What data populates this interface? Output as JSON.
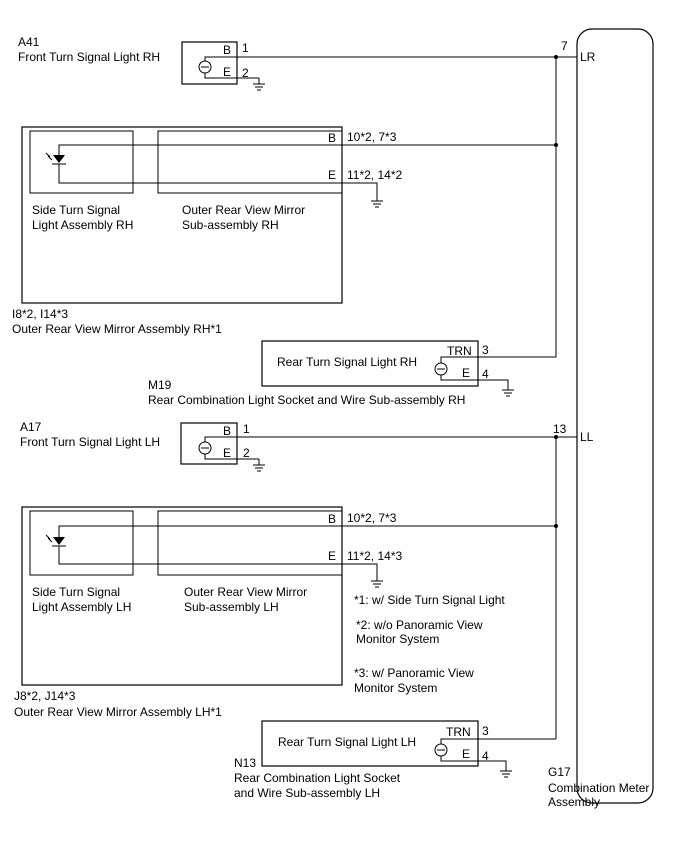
{
  "components": {
    "a41": {
      "code": "A41",
      "name": "Front Turn Signal Light RH",
      "pin_b": "B",
      "pin_e": "E",
      "term_b": "1",
      "term_e": "2"
    },
    "a17": {
      "code": "A17",
      "name": "Front Turn Signal Light LH",
      "pin_b": "B",
      "pin_e": "E",
      "term_b": "1",
      "term_e": "2"
    },
    "mirror_rh": {
      "code": "I8*2, I14*3",
      "name": "Outer Rear View Mirror Assembly RH*1",
      "side_label": "Side Turn Signal Light Assembly RH",
      "sub_label": "Outer Rear View Mirror Sub-assembly RH",
      "pin_b": "B",
      "pin_e": "E",
      "term_b": "10*2, 7*3",
      "term_e": "11*2, 14*2"
    },
    "mirror_lh": {
      "code": "J8*2, J14*3",
      "name": "Outer Rear View Mirror Assembly LH*1",
      "side_label": "Side Turn Signal Light Assembly LH",
      "sub_label": "Outer Rear View Mirror Sub-assembly LH",
      "pin_b": "B",
      "pin_e": "E",
      "term_b": "10*2, 7*3",
      "term_e": "11*2, 14*3"
    },
    "m19": {
      "code": "M19",
      "name": "Rear Combination Light Socket and Wire Sub-assembly RH",
      "inner_label": "Rear Turn Signal Light RH",
      "pin_trn": "TRN",
      "pin_e": "E",
      "term_trn": "3",
      "term_e": "4"
    },
    "n13": {
      "code": "N13",
      "name_line1": "Rear Combination Light Socket",
      "name_line2": "and Wire Sub-assembly LH",
      "inner_label": "Rear Turn Signal Light LH",
      "pin_trn": "TRN",
      "pin_e": "E",
      "term_trn": "3",
      "term_e": "4"
    },
    "g17": {
      "code": "G17",
      "name_line1": "Combination Meter",
      "name_line2": "Assembly",
      "pin_lr": "LR",
      "pin_ll": "LL",
      "term_lr": "7",
      "term_ll": "13"
    }
  },
  "labels": {
    "side_rh_line1": "Side Turn Signal",
    "side_rh_line2": "Light Assembly RH",
    "sub_rh_line1": "Outer Rear View Mirror",
    "sub_rh_line2": "Sub-assembly RH",
    "side_lh_line1": "Side Turn Signal",
    "side_lh_line2": "Light Assembly LH",
    "sub_lh_line1": "Outer Rear View Mirror",
    "sub_lh_line2": "Sub-assembly LH"
  },
  "notes": {
    "n1": "*1: w/ Side Turn Signal Light",
    "n2_line1": "*2: w/o Panoramic View",
    "n2_line2": "Monitor System",
    "n3_line1": "*3: w/ Panoramic View",
    "n3_line2": "Monitor System"
  }
}
